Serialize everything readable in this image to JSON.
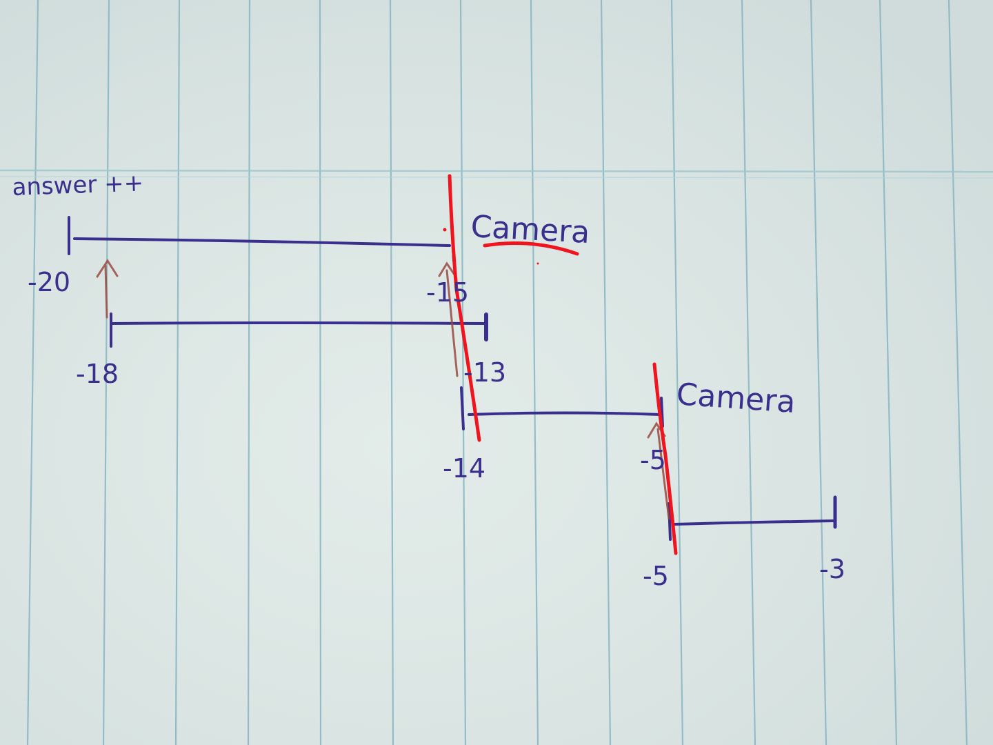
{
  "heading": "answer ++",
  "palette": {
    "paper": "#dde7e5",
    "rule_line": "#7fb3c0",
    "ink_blue": "#3a2f8c",
    "ink_red": "#f0141e",
    "ink_brown": "#9a4a42"
  },
  "intervals": [
    {
      "start": -20,
      "end": -15
    },
    {
      "start": -18,
      "end": -13
    },
    {
      "start": -14,
      "end": -5
    },
    {
      "start": -5,
      "end": -3
    }
  ],
  "labels": {
    "l_neg20": "-20",
    "l_neg15": "-15",
    "l_neg18": "-18",
    "l_neg13": "-13",
    "l_neg14": "-14",
    "l_neg5_top": "-5",
    "l_neg5_bottom": "-5",
    "l_neg3": "-3"
  },
  "cameras": [
    {
      "label": "Camera",
      "underlined": true
    },
    {
      "label": "Camera",
      "underlined": false
    }
  ]
}
